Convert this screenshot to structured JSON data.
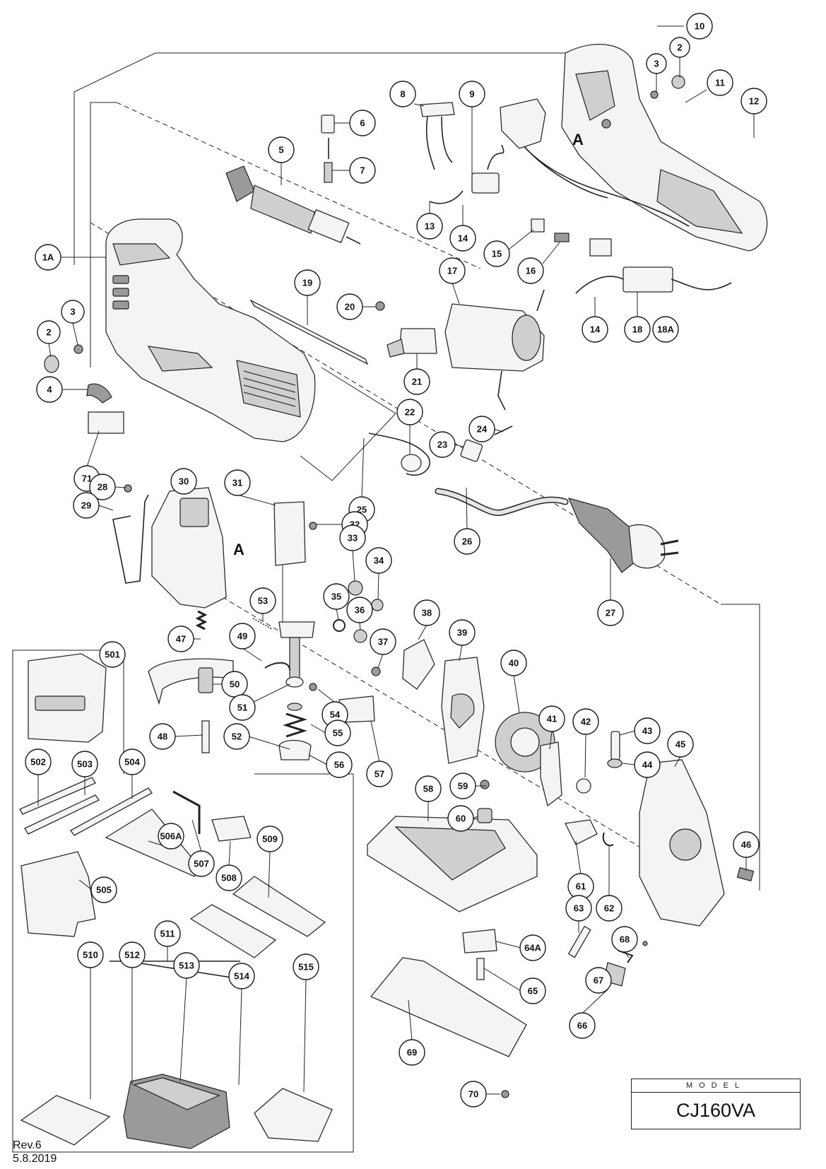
{
  "model": {
    "heading": "MODEL",
    "number": "CJ160VA"
  },
  "revision": {
    "rev": "Rev.6",
    "date": "5.8.2019"
  },
  "reference_marks": [
    "A",
    "A"
  ],
  "callouts": [
    {
      "id": "c10",
      "label": "10"
    },
    {
      "id": "c2a",
      "label": "2"
    },
    {
      "id": "c3a",
      "label": "3"
    },
    {
      "id": "c11",
      "label": "11"
    },
    {
      "id": "c12",
      "label": "12"
    },
    {
      "id": "c8",
      "label": "8"
    },
    {
      "id": "c9",
      "label": "9"
    },
    {
      "id": "c6",
      "label": "6"
    },
    {
      "id": "c5",
      "label": "5"
    },
    {
      "id": "c7",
      "label": "7"
    },
    {
      "id": "c13",
      "label": "13"
    },
    {
      "id": "c14a",
      "label": "14"
    },
    {
      "id": "c15",
      "label": "15"
    },
    {
      "id": "c16",
      "label": "16"
    },
    {
      "id": "c1A",
      "label": "1A"
    },
    {
      "id": "c17",
      "label": "17"
    },
    {
      "id": "c19",
      "label": "19"
    },
    {
      "id": "c20",
      "label": "20"
    },
    {
      "id": "c3b",
      "label": "3"
    },
    {
      "id": "c2b",
      "label": "2"
    },
    {
      "id": "c14b",
      "label": "14"
    },
    {
      "id": "c18",
      "label": "18"
    },
    {
      "id": "c18A",
      "label": "18A"
    },
    {
      "id": "c4",
      "label": "4"
    },
    {
      "id": "c21",
      "label": "21"
    },
    {
      "id": "c22",
      "label": "22"
    },
    {
      "id": "c24",
      "label": "24"
    },
    {
      "id": "c23",
      "label": "23"
    },
    {
      "id": "c71",
      "label": "71"
    },
    {
      "id": "c25",
      "label": "25"
    },
    {
      "id": "c28",
      "label": "28"
    },
    {
      "id": "c30",
      "label": "30"
    },
    {
      "id": "c31",
      "label": "31"
    },
    {
      "id": "c29",
      "label": "29"
    },
    {
      "id": "c32",
      "label": "32"
    },
    {
      "id": "c26",
      "label": "26"
    },
    {
      "id": "c33",
      "label": "33"
    },
    {
      "id": "c34",
      "label": "34"
    },
    {
      "id": "c27",
      "label": "27"
    },
    {
      "id": "c35",
      "label": "35"
    },
    {
      "id": "c36",
      "label": "36"
    },
    {
      "id": "c38",
      "label": "38"
    },
    {
      "id": "c47",
      "label": "47"
    },
    {
      "id": "c53",
      "label": "53"
    },
    {
      "id": "c37",
      "label": "37"
    },
    {
      "id": "c39",
      "label": "39"
    },
    {
      "id": "c501",
      "label": "501"
    },
    {
      "id": "c49",
      "label": "49"
    },
    {
      "id": "c40",
      "label": "40"
    },
    {
      "id": "c50",
      "label": "50"
    },
    {
      "id": "c51",
      "label": "51"
    },
    {
      "id": "c54",
      "label": "54"
    },
    {
      "id": "c41",
      "label": "41"
    },
    {
      "id": "c42",
      "label": "42"
    },
    {
      "id": "c43",
      "label": "43"
    },
    {
      "id": "c48",
      "label": "48"
    },
    {
      "id": "c52",
      "label": "52"
    },
    {
      "id": "c55",
      "label": "55"
    },
    {
      "id": "c45",
      "label": "45"
    },
    {
      "id": "c57",
      "label": "57"
    },
    {
      "id": "c56",
      "label": "56"
    },
    {
      "id": "c44",
      "label": "44"
    },
    {
      "id": "c502",
      "label": "502"
    },
    {
      "id": "c503",
      "label": "503"
    },
    {
      "id": "c504",
      "label": "504"
    },
    {
      "id": "c59",
      "label": "59"
    },
    {
      "id": "c58",
      "label": "58"
    },
    {
      "id": "c60",
      "label": "60"
    },
    {
      "id": "c506A",
      "label": "506A"
    },
    {
      "id": "c505",
      "label": "505"
    },
    {
      "id": "c507",
      "label": "507"
    },
    {
      "id": "c508",
      "label": "508"
    },
    {
      "id": "c509",
      "label": "509"
    },
    {
      "id": "c46",
      "label": "46"
    },
    {
      "id": "c61",
      "label": "61"
    },
    {
      "id": "c62",
      "label": "62"
    },
    {
      "id": "c511",
      "label": "511"
    },
    {
      "id": "c63",
      "label": "63"
    },
    {
      "id": "c510",
      "label": "510"
    },
    {
      "id": "c512",
      "label": "512"
    },
    {
      "id": "c513",
      "label": "513"
    },
    {
      "id": "c514",
      "label": "514"
    },
    {
      "id": "c515",
      "label": "515"
    },
    {
      "id": "c64A",
      "label": "64A"
    },
    {
      "id": "c68",
      "label": "68"
    },
    {
      "id": "c65",
      "label": "65"
    },
    {
      "id": "c67",
      "label": "67"
    },
    {
      "id": "c66",
      "label": "66"
    },
    {
      "id": "c69",
      "label": "69"
    },
    {
      "id": "c70",
      "label": "70"
    }
  ]
}
